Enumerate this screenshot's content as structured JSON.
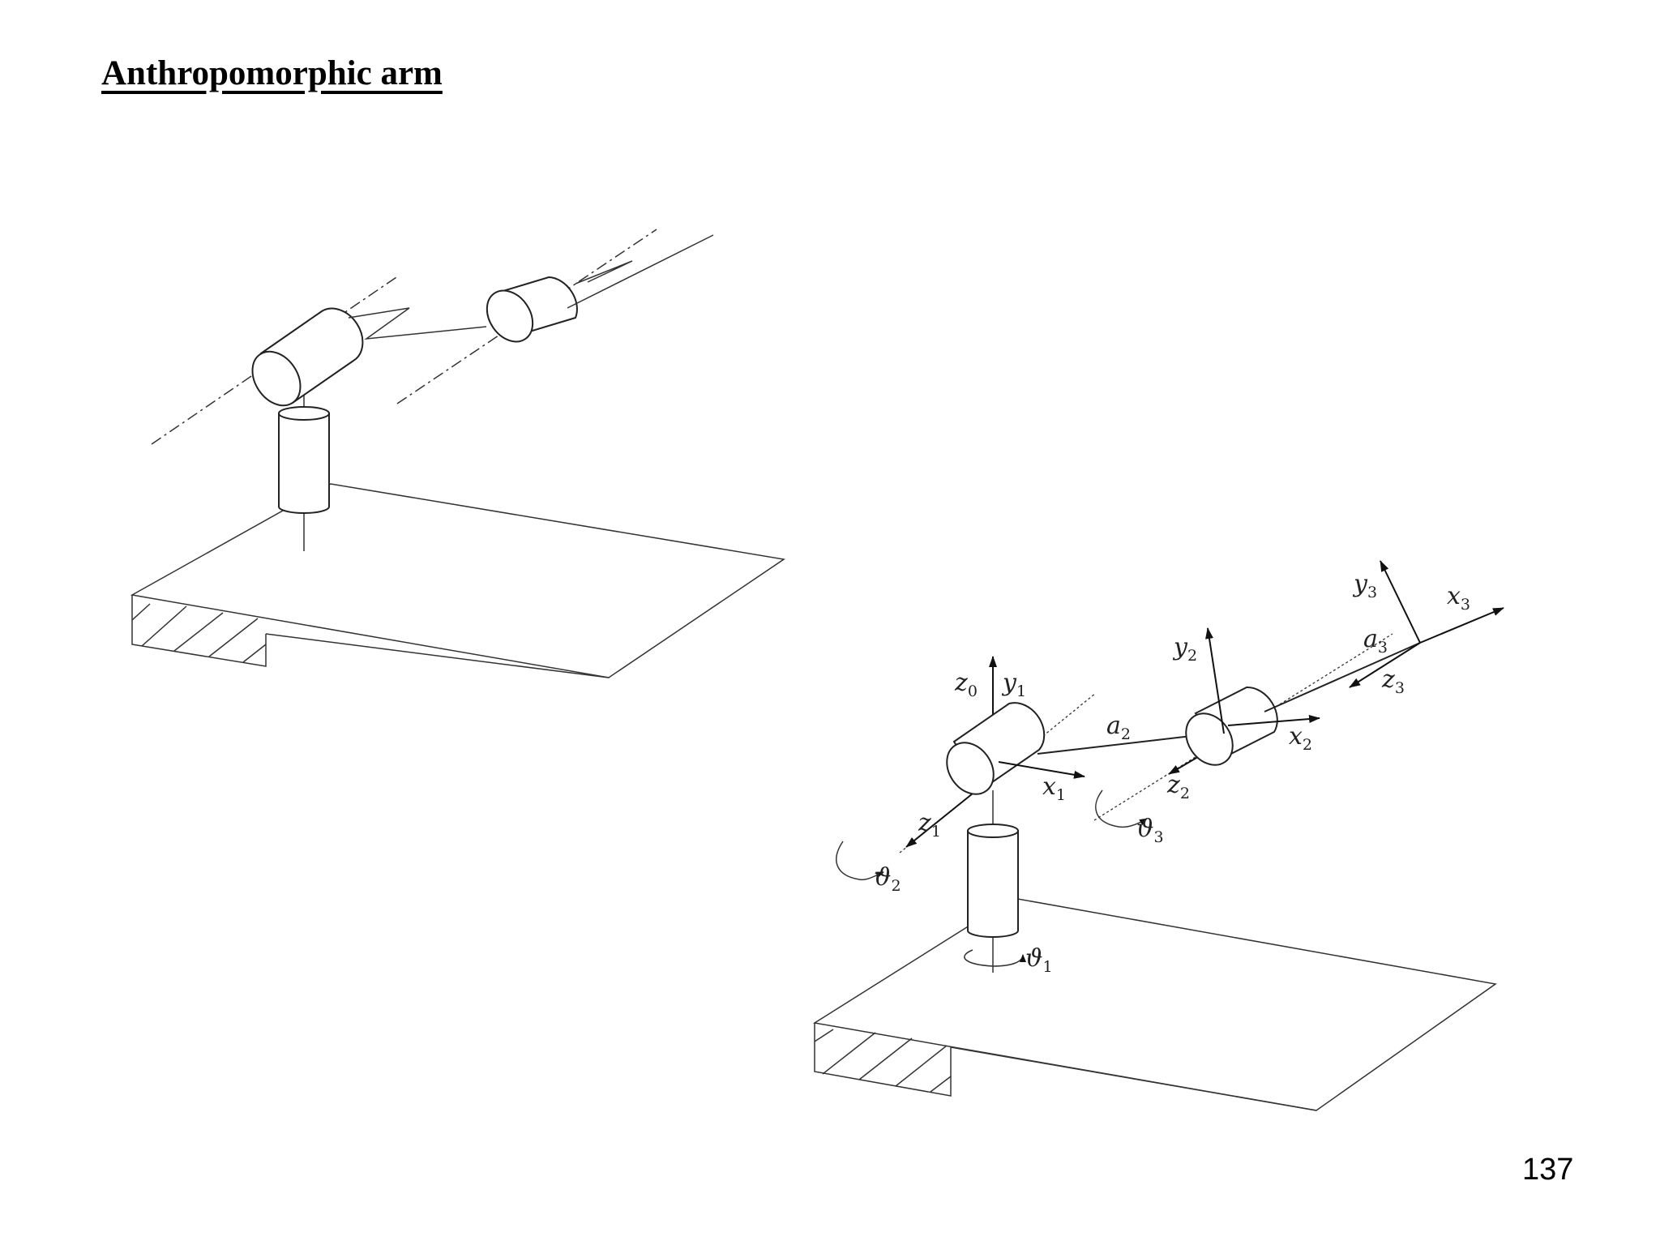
{
  "slide": {
    "title": "Anthropomorphic arm",
    "page_number": "137"
  },
  "labels": {
    "z0": {
      "base": "z",
      "sub": "0"
    },
    "y1": {
      "base": "y",
      "sub": "1"
    },
    "x1": {
      "base": "x",
      "sub": "1"
    },
    "z1": {
      "base": "z",
      "sub": "1"
    },
    "theta1": {
      "base": "ϑ",
      "sub": "1"
    },
    "theta2": {
      "base": "ϑ",
      "sub": "2"
    },
    "a2": {
      "base": "a",
      "sub": "2"
    },
    "y2": {
      "base": "y",
      "sub": "2"
    },
    "x2": {
      "base": "x",
      "sub": "2"
    },
    "z2": {
      "base": "z",
      "sub": "2"
    },
    "theta3": {
      "base": "ϑ",
      "sub": "3"
    },
    "y3": {
      "base": "y",
      "sub": "3"
    },
    "x3": {
      "base": "x",
      "sub": "3"
    },
    "a3": {
      "base": "a",
      "sub": "3"
    },
    "z3": {
      "base": "z",
      "sub": "3"
    }
  }
}
